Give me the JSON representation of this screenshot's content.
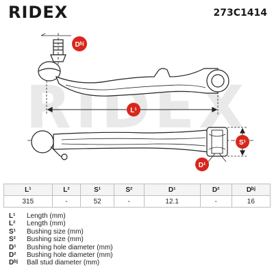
{
  "header": {
    "brand": "RIDEX",
    "part_number": "273C1414"
  },
  "watermark": "RIDEX",
  "drawing_labels": {
    "d_bj": "Dᵇʲ",
    "l1": "L¹",
    "s1": "S¹",
    "d1": "D¹"
  },
  "specs": {
    "headers": [
      "L¹",
      "L²",
      "S¹",
      "S²",
      "D¹",
      "D²",
      "Dᵇʲ"
    ],
    "values": [
      "315",
      "-",
      "52",
      "-",
      "12.1",
      "-",
      "16"
    ]
  },
  "legend": [
    {
      "key": "L¹",
      "desc": "Length (mm)"
    },
    {
      "key": "L²",
      "desc": "Length (mm)"
    },
    {
      "key": "S¹",
      "desc": "Bushing size (mm)"
    },
    {
      "key": "S²",
      "desc": "Bushing size (mm)"
    },
    {
      "key": "D¹",
      "desc": "Bushing hole diameter (mm)"
    },
    {
      "key": "D²",
      "desc": "Bushing hole diameter (mm)"
    },
    {
      "key": "Dᵇʲ",
      "desc": "Ball stud diameter (mm)"
    }
  ],
  "colors": {
    "accent": "#d9261c",
    "line": "#222222",
    "watermark": "#e9e9e9"
  }
}
